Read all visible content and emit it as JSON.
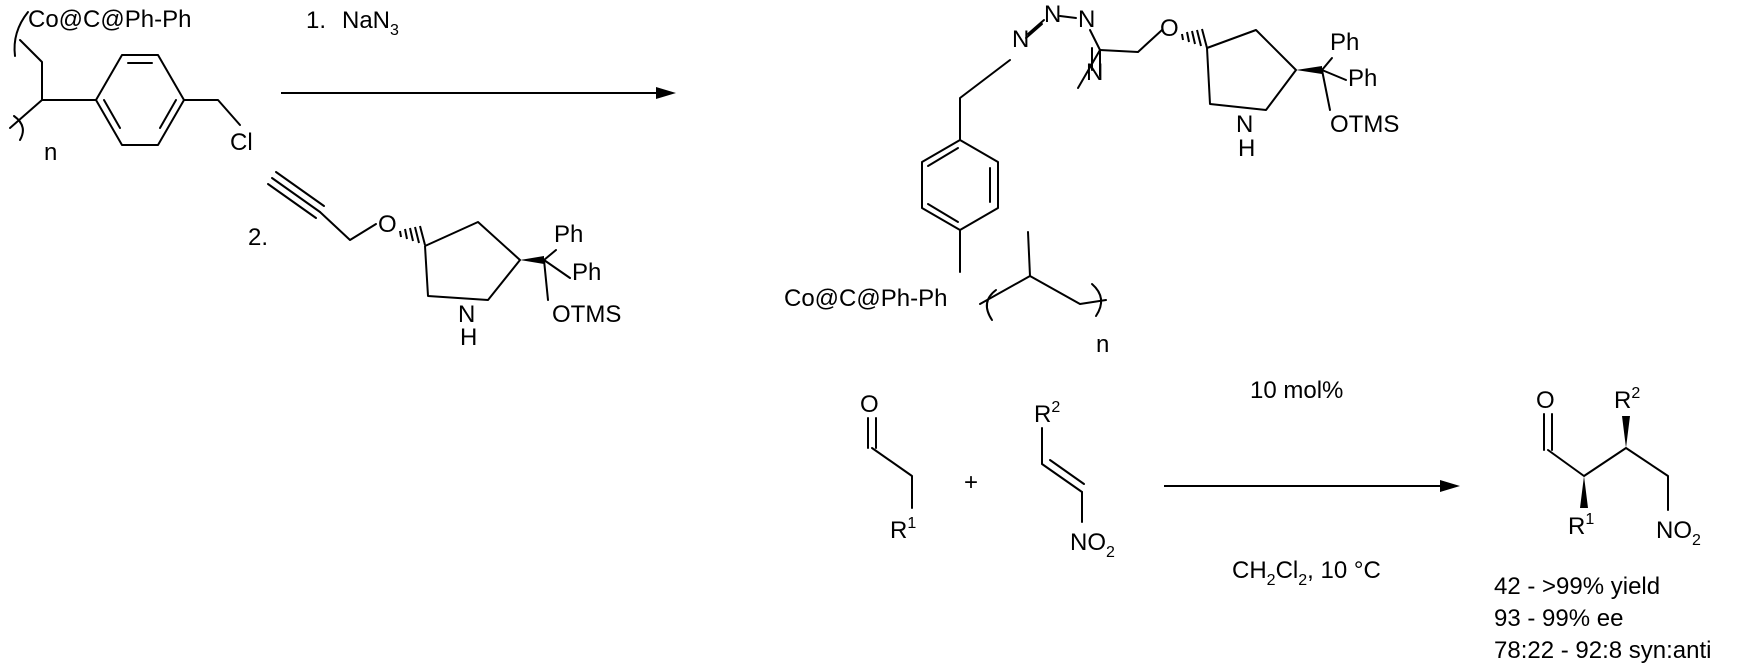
{
  "support_label": "Co@C@Ph-Ph",
  "repeat_n": "n",
  "chlorine": "Cl",
  "step1": {
    "number": "1.",
    "reagent": "NaN",
    "reagent_sub": "3"
  },
  "step2": {
    "number": "2."
  },
  "catalyst_labels": {
    "O": "O",
    "Ph": "Ph",
    "OTMS": "OTMS",
    "N": "N",
    "H": "H",
    "triazole_N": "N"
  },
  "reaction2": {
    "catalyst_loading": "10 mol%",
    "plus": "+",
    "solvent": "CH",
    "solvent_sub1": "2",
    "solvent_mid": "Cl",
    "solvent_sub2": "2",
    "conditions_tail": ", 10 °C",
    "aldehyde_O": "O",
    "R": "R",
    "R1_sup": "1",
    "R2_sup": "2",
    "NO": "NO",
    "NO2_sub": "2"
  },
  "results": [
    "42 - >99% yield",
    "93 - 99% ee",
    "78:22 - 92:8 syn:anti"
  ]
}
